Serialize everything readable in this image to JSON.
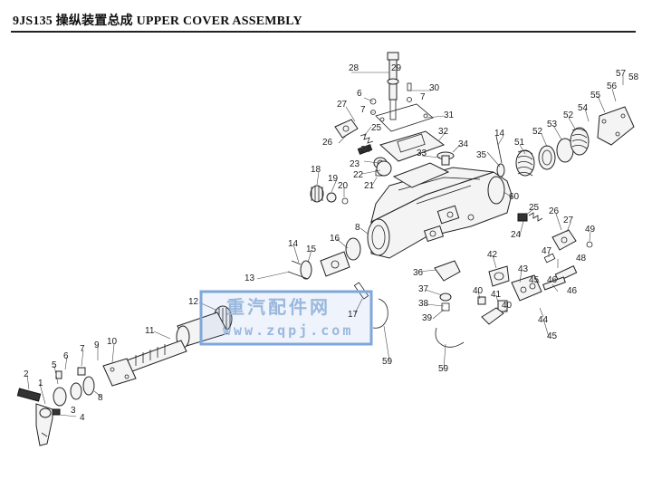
{
  "header": {
    "title": "9JS135 操纵装置总成 UPPER COVER ASSEMBLY"
  },
  "watermark": {
    "cn": "重汽配件网",
    "url": "www.zqpj.com"
  },
  "labels": [
    {
      "id": "28",
      "t": "28"
    },
    {
      "id": "29",
      "t": "29"
    },
    {
      "id": "30",
      "t": "30"
    },
    {
      "id": "6a",
      "t": "6"
    },
    {
      "id": "7a",
      "t": "7"
    },
    {
      "id": "7b",
      "t": "7"
    },
    {
      "id": "27a",
      "t": "27"
    },
    {
      "id": "31",
      "t": "31"
    },
    {
      "id": "25a",
      "t": "25"
    },
    {
      "id": "26a",
      "t": "26"
    },
    {
      "id": "32",
      "t": "32"
    },
    {
      "id": "24a",
      "t": "24"
    },
    {
      "id": "33",
      "t": "33"
    },
    {
      "id": "34",
      "t": "34"
    },
    {
      "id": "14a",
      "t": "14"
    },
    {
      "id": "35",
      "t": "35"
    },
    {
      "id": "51",
      "t": "51"
    },
    {
      "id": "52a",
      "t": "52"
    },
    {
      "id": "53",
      "t": "53"
    },
    {
      "id": "52b",
      "t": "52"
    },
    {
      "id": "54",
      "t": "54"
    },
    {
      "id": "55",
      "t": "55"
    },
    {
      "id": "56",
      "t": "56"
    },
    {
      "id": "57",
      "t": "57"
    },
    {
      "id": "58",
      "t": "58"
    },
    {
      "id": "23",
      "t": "23"
    },
    {
      "id": "18",
      "t": "18"
    },
    {
      "id": "19",
      "t": "19"
    },
    {
      "id": "22",
      "t": "22"
    },
    {
      "id": "20",
      "t": "20"
    },
    {
      "id": "21",
      "t": "21"
    },
    {
      "id": "60",
      "t": "60"
    },
    {
      "id": "25b",
      "t": "25"
    },
    {
      "id": "26b",
      "t": "26"
    },
    {
      "id": "27b",
      "t": "27"
    },
    {
      "id": "49",
      "t": "49"
    },
    {
      "id": "24b",
      "t": "24"
    },
    {
      "id": "8a",
      "t": "8"
    },
    {
      "id": "47",
      "t": "47"
    },
    {
      "id": "48",
      "t": "48"
    },
    {
      "id": "16",
      "t": "16"
    },
    {
      "id": "14b",
      "t": "14"
    },
    {
      "id": "15",
      "t": "15"
    },
    {
      "id": "42",
      "t": "42"
    },
    {
      "id": "43",
      "t": "43"
    },
    {
      "id": "13",
      "t": "13"
    },
    {
      "id": "36",
      "t": "36"
    },
    {
      "id": "45a",
      "t": "45"
    },
    {
      "id": "46a",
      "t": "46"
    },
    {
      "id": "46b",
      "t": "46"
    },
    {
      "id": "37",
      "t": "37"
    },
    {
      "id": "40a",
      "t": "40"
    },
    {
      "id": "41",
      "t": "41"
    },
    {
      "id": "12",
      "t": "12"
    },
    {
      "id": "38",
      "t": "38"
    },
    {
      "id": "40b",
      "t": "40"
    },
    {
      "id": "17",
      "t": "17"
    },
    {
      "id": "39",
      "t": "39"
    },
    {
      "id": "44",
      "t": "44"
    },
    {
      "id": "11",
      "t": "11"
    },
    {
      "id": "45b",
      "t": "45"
    },
    {
      "id": "10",
      "t": "10"
    },
    {
      "id": "9",
      "t": "9"
    },
    {
      "id": "7c",
      "t": "7"
    },
    {
      "id": "6b",
      "t": "6"
    },
    {
      "id": "59a",
      "t": "59"
    },
    {
      "id": "59b",
      "t": "59"
    },
    {
      "id": "5",
      "t": "5"
    },
    {
      "id": "8b",
      "t": "8"
    },
    {
      "id": "2",
      "t": "2"
    },
    {
      "id": "1",
      "t": "1"
    },
    {
      "id": "3",
      "t": "3"
    },
    {
      "id": "4",
      "t": "4"
    }
  ]
}
